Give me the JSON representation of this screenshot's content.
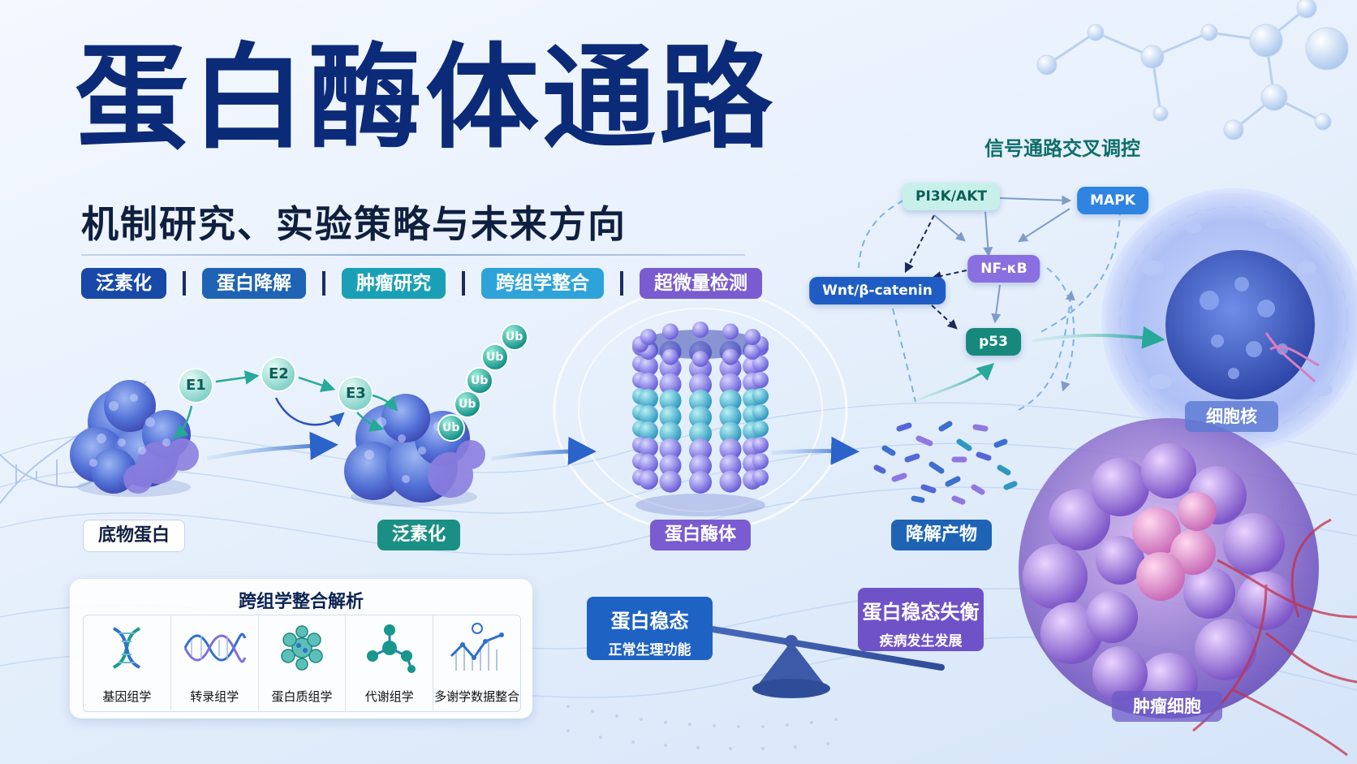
{
  "title": "蛋白酶体通路",
  "subtitle": "机制研究、实验策略与未来方向",
  "tags": [
    {
      "label": "泛素化",
      "color": "#1848a8"
    },
    {
      "label": "蛋白降解",
      "color": "#1e63b4"
    },
    {
      "label": "肿瘤研究",
      "color": "#1aa0b6"
    },
    {
      "label": "跨组学整合",
      "color": "#2ea3da"
    },
    {
      "label": "超微量检测",
      "color": "#7a5bd0"
    }
  ],
  "enzymes": {
    "e1": "E1",
    "e2": "E2",
    "e3": "E3"
  },
  "ubiquitin": [
    "Ub",
    "Ub",
    "Ub",
    "Ub",
    "Ub"
  ],
  "stages": {
    "substrate": "底物蛋白",
    "ubiquitination": "泛素化",
    "proteasome": "蛋白酶体",
    "products": "降解产物"
  },
  "signaling": {
    "title": "信号通路交叉调控",
    "nodes": {
      "pi3k": "PI3K/AKT",
      "mapk": "MAPK",
      "nfkb": "NF-κB",
      "wnt": "Wnt/β-catenin",
      "p53": "p53"
    }
  },
  "omics": {
    "title": "跨组学整合解析",
    "items": [
      {
        "label": "基因组学",
        "icon": "dna-icon"
      },
      {
        "label": "转录组学",
        "icon": "rna-wave-icon"
      },
      {
        "label": "蛋白质组学",
        "icon": "protein-cluster-icon"
      },
      {
        "label": "代谢组学",
        "icon": "molecule-icon"
      },
      {
        "label": "多谢学数据整合",
        "icon": "data-chart-icon"
      }
    ]
  },
  "balance": {
    "left": {
      "title": "蛋白稳态",
      "sub": "正常生理功能"
    },
    "right": {
      "title": "蛋白稳态失衡",
      "sub": "疾病发生发展"
    }
  },
  "cells": {
    "nucleus": "细胞核",
    "tumor": "肿瘤细胞"
  },
  "colors": {
    "title": "#0b2a78",
    "blue": "#1e63b4",
    "teal": "#1c8f84",
    "purple": "#7a5bd0",
    "cyan": "#2ea3da"
  }
}
